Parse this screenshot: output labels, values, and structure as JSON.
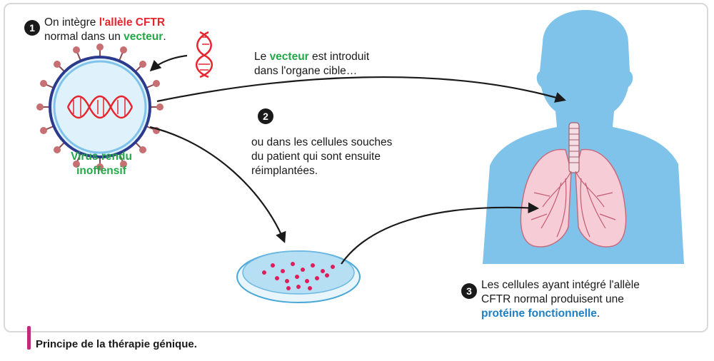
{
  "colors": {
    "red": "#e6252f",
    "green": "#23a848",
    "blue": "#1f7fc2",
    "body_blue": "#7fc3ea",
    "caption_bar": "#c1297f"
  },
  "steps": {
    "step1": {
      "number": "1",
      "line1_pre": "On intègre ",
      "line1_red": "l'allèle CFTR",
      "line2_pre": "normal dans un ",
      "line2_green": "vecteur",
      "line2_post": "."
    },
    "vector": {
      "line1_pre": "Le ",
      "line1_green": "vecteur",
      "line1_post": " est introduit",
      "line2": "dans l'organe cible…"
    },
    "step2": {
      "number": "2",
      "line1": "ou dans les cellules souches",
      "line2": "du patient qui sont ensuite",
      "line3": "réimplantées."
    },
    "step3": {
      "number": "3",
      "line1": "Les cellules ayant intégré l'allèle",
      "line2": "CFTR normal produisent une",
      "line3_blue": "protéine fonctionnelle",
      "line3_post": "."
    }
  },
  "virus_label": {
    "line1": "Virus rendu",
    "line2": "inoffensif"
  },
  "caption": "Principe de la thérapie génique.",
  "icons": [
    "dna-icon",
    "virus-icon",
    "petri-dish-icon",
    "human-silhouette-icon",
    "lungs-icon"
  ]
}
